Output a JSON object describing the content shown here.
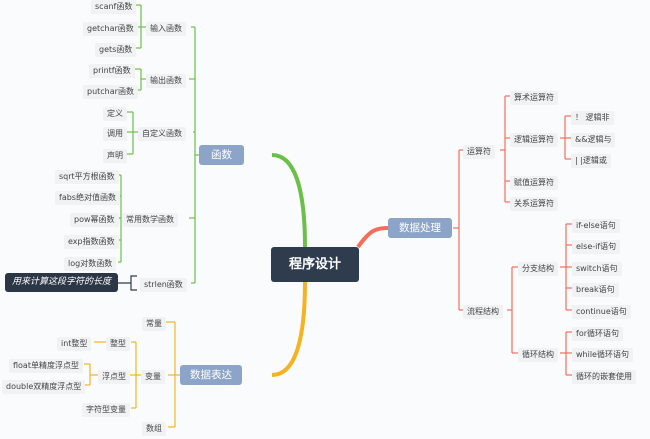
{
  "root": "程序设计",
  "functions": {
    "label": "函数",
    "input": {
      "label": "输入函数",
      "items": [
        "scanf函数",
        "getchar函数",
        "gets函数"
      ]
    },
    "output": {
      "label": "输出函数",
      "items": [
        "printf函数",
        "putchar函数"
      ]
    },
    "custom": {
      "label": "自定义函数",
      "items": [
        "定义",
        "调用",
        "声明"
      ]
    },
    "math": {
      "label": "常用数学函数",
      "items": [
        "sqrt平方根函数",
        "fabs绝对值函数",
        "pow幂函数",
        "exp指数函数",
        "log对数函数"
      ]
    },
    "strlen": {
      "label": "strlen函数",
      "note": "用来计算这段字符的长度"
    }
  },
  "data_expr": {
    "label": "数据表达",
    "constant": "常量",
    "variable": {
      "label": "变量",
      "int": {
        "label": "整型",
        "items": [
          "int整型"
        ]
      },
      "float": {
        "label": "浮点型",
        "items": [
          "float单精度浮点型",
          "double双精度浮点型"
        ]
      },
      "char": "字符型变量"
    },
    "array": "数组"
  },
  "data_proc": {
    "label": "数据处理",
    "operators": {
      "label": "运算符",
      "arith": "算术运算符",
      "logic": {
        "label": "逻辑运算符",
        "items": [
          "！ 逻辑非",
          "&&逻辑与",
          "| |逻辑或"
        ]
      },
      "assign": "赋值运算符",
      "relation": "关系运算符"
    },
    "flow": {
      "label": "流程结构",
      "branch": {
        "label": "分支结构",
        "items": [
          "if-else语句",
          "else-if语句",
          "switch语句",
          "break语句",
          "continue语句"
        ]
      },
      "loop": {
        "label": "循环结构",
        "items": [
          "for循环语句",
          "while循环语句",
          "循环的嵌套使用"
        ]
      }
    }
  },
  "colors": {
    "functions": "#6cc04a",
    "data_expr": "#f5b324",
    "data_proc": "#f36d5a",
    "root": "#2e3c4e",
    "main": "#8da4c9"
  }
}
